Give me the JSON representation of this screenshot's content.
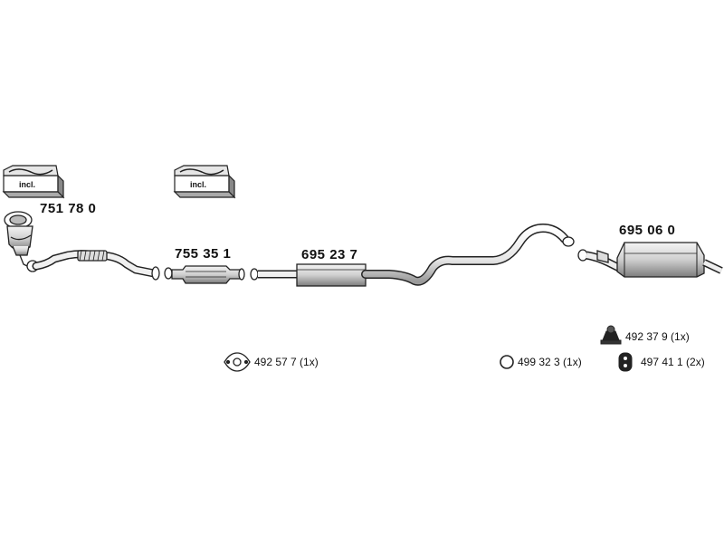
{
  "colors": {
    "line": "#222222",
    "shadow": "#8a8a8a",
    "part_fill": "#d9d9d9",
    "background": "#ffffff"
  },
  "incl_badges": [
    {
      "text": "incl."
    },
    {
      "text": "incl."
    }
  ],
  "part_numbers": {
    "front_catalyst": "751 78 0",
    "catalyst": "755 35 1",
    "middle_silencer": "695 23 7",
    "rear_silencer": "695 06 0"
  },
  "accessories": {
    "gasket": "492 57 7 (1x)",
    "ring": "499 32 3 (1x)",
    "mounting": "492 37 9 (1x)",
    "rubber_hanger": "497 41 1 (2x)"
  },
  "icons": [
    "gasket-icon",
    "ring-icon",
    "mounting-icon",
    "rubber-hanger-icon",
    "incl-box-icon"
  ]
}
